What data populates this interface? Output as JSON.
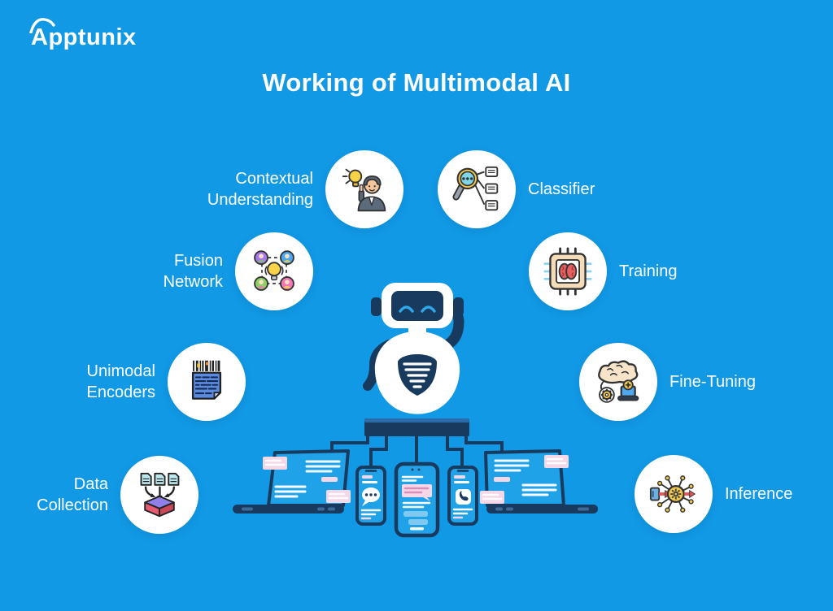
{
  "logo": {
    "text": "Apptunix",
    "icon": "apptunix-arc-logo"
  },
  "title": "Working of Multimodal AI",
  "nodes": [
    {
      "label": "Contextual\nUnderstanding",
      "icon": "person-idea-icon",
      "side": "left"
    },
    {
      "label": "Classifier",
      "icon": "magnifier-classifier-icon",
      "side": "right"
    },
    {
      "label": "Fusion\nNetwork",
      "icon": "people-lightbulb-network-icon",
      "side": "left"
    },
    {
      "label": "Training",
      "icon": "brain-chip-icon",
      "side": "right"
    },
    {
      "label": "Unimodal\nEncoders",
      "icon": "barcode-document-icon",
      "side": "left"
    },
    {
      "label": "Fine-Tuning",
      "icon": "brain-gear-laptop-icon",
      "side": "right"
    },
    {
      "label": "Data\nCollection",
      "icon": "documents-inbox-icon",
      "side": "left"
    },
    {
      "label": "Inference",
      "icon": "input-gear-output-icon",
      "side": "right"
    }
  ],
  "center_illustration": {
    "icons": [
      "robot-assistant-icon",
      "hub-bar",
      "laptop-icon",
      "smartphone-icon",
      "chat-bubble-icon",
      "phone-call-icon"
    ]
  },
  "colors": {
    "background": "#1199E5",
    "navy": "#173A5E",
    "screen_blue": "#1FA2E8",
    "light_blue_line": "#8FD3F4",
    "pink_card": "#F6D7E8",
    "eye_blue": "#2FA7E9",
    "white": "#FFFFFF"
  }
}
